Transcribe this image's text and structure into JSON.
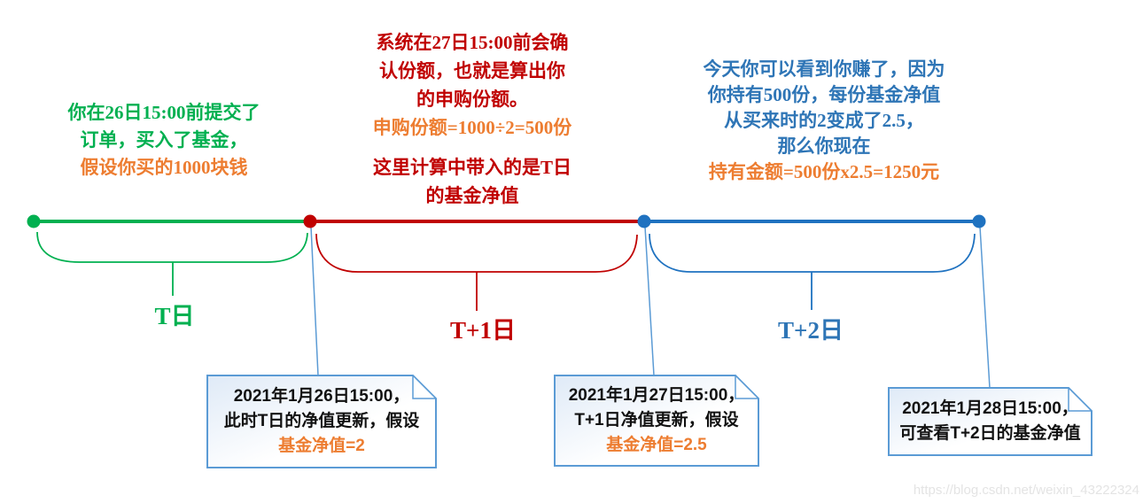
{
  "colors": {
    "green": "#00B050",
    "red": "#C00000",
    "blue_line": "#1F72C0",
    "blue_text": "#2E75B6",
    "connector": "#5B9BD5",
    "note_border": "#5B9BD5",
    "orange": "#ED7D31"
  },
  "annotations": {
    "t_day": {
      "line1": "你在26日15:00前提交了",
      "line2": "订单，买入了基金，",
      "line3": "假设你买的1000块钱"
    },
    "t1_day": {
      "line1": "系统在27日15:00前会确",
      "line2": "认份额，也就是算出你",
      "line3": "的申购份额。",
      "line4": "申购份额=1000÷2=500份",
      "line5": "这里计算中带入的是T日",
      "line6": "的基金净值"
    },
    "t2_day": {
      "line1": "今天你可以看到你赚了，因为",
      "line2": "你持有500份，每份基金净值",
      "line3": "从买来时的2变成了2.5，",
      "line4": "那么你现在",
      "line5": "持有金额=500份x2.5=1250元"
    }
  },
  "timeline": {
    "segments": [
      {
        "label": "T日",
        "color": "#00B050"
      },
      {
        "label": "T+1日",
        "color": "#C00000"
      },
      {
        "label": "T+2日",
        "color": "#2E75B6"
      }
    ]
  },
  "notes": [
    {
      "line1": "2021年1月26日15:00，",
      "line2": "此时T日的净值更新，假设",
      "highlight": "基金净值=2"
    },
    {
      "line1": "2021年1月27日15:00，",
      "line2": "T+1日净值更新，假设",
      "highlight": "基金净值=2.5"
    },
    {
      "line1": "2021年1月28日15:00，",
      "line2": "可查看T+2日的基金净值"
    }
  ],
  "watermark": "https://blog.csdn.net/weixin_43222324"
}
